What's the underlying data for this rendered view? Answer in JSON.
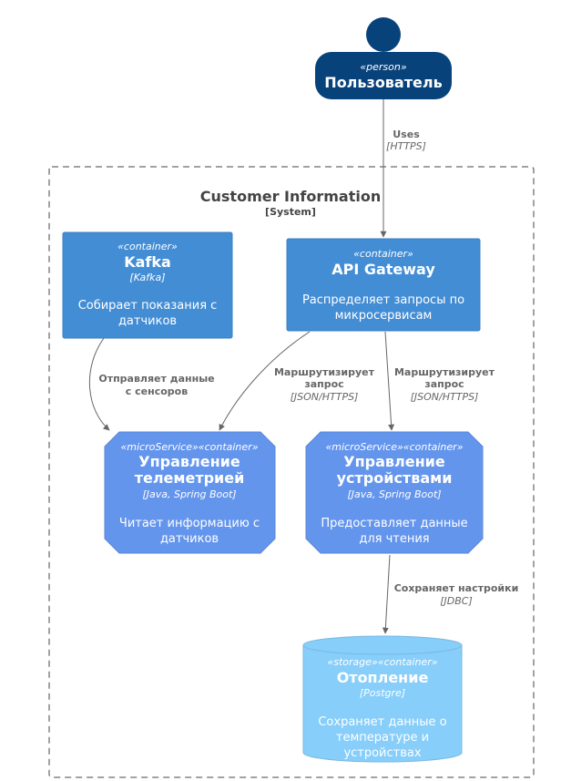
{
  "colors": {
    "person": "#08427B",
    "container": "#438DD5",
    "microservice": "#6495ED",
    "storage": "#87CEFA",
    "arrow": "#666666",
    "boundary": "#444444"
  },
  "person": {
    "stereotype": "«person»",
    "title": "Пользователь"
  },
  "boundary": {
    "title": "Customer Information",
    "type": "[System]"
  },
  "containers": {
    "kafka": {
      "stereotype": "«container»",
      "title": "Kafka",
      "tech": "[Kafka]",
      "desc": [
        "Собирает показания с",
        "датчиков"
      ]
    },
    "gateway": {
      "stereotype": "«container»",
      "title": "API Gateway",
      "desc": [
        "Распределяет запросы по",
        "микросервисам"
      ]
    },
    "telemetry": {
      "stereotype": "«microService»«container»",
      "title": [
        "Управление",
        "телеметрией"
      ],
      "tech": "[Java, Spring Boot]",
      "desc": [
        "Читает информацию с",
        "датчиков"
      ]
    },
    "devices": {
      "stereotype": "«microService»«container»",
      "title": [
        "Управление",
        "устройствами"
      ],
      "tech": "[Java, Spring Boot]",
      "desc": [
        "Предоставляет данные",
        "для чтения"
      ]
    },
    "heating": {
      "stereotype": "«storage»«container»",
      "title": "Отопление",
      "tech": "[Postgre]",
      "desc": [
        "Сохраняет данные о",
        "температуре и",
        "устройствах"
      ]
    }
  },
  "relations": {
    "uses": {
      "label": "Uses",
      "tech": "[HTTPS]"
    },
    "kafka_telemetry": {
      "label": [
        "Отправляет данные",
        "с сенсоров"
      ]
    },
    "gw_telemetry": {
      "label": [
        "Маршрутизирует",
        "запрос"
      ],
      "tech": "[JSON/HTTPS]"
    },
    "gw_devices": {
      "label": [
        "Маршрутизирует",
        "запрос"
      ],
      "tech": "[JSON/HTTPS]"
    },
    "devices_heating": {
      "label": "Сохраняет настройки",
      "tech": "[JDBC]"
    }
  }
}
